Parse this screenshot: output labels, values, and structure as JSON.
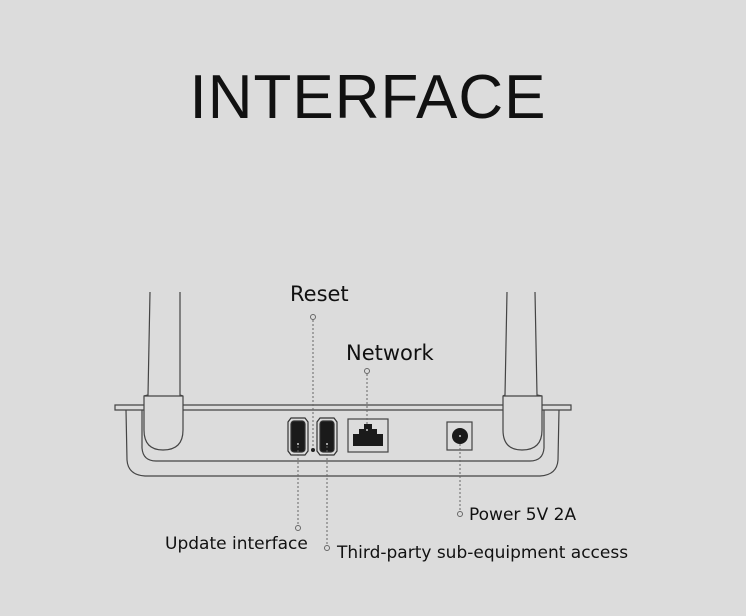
{
  "title": "INTERFACE",
  "labels": {
    "reset": "Reset",
    "network": "Network",
    "power": "Power 5V 2A",
    "update": "Update interface",
    "third_party": "Third-party sub-equipment access"
  },
  "colors": {
    "background": "#dcdcdc",
    "line": "#333333"
  }
}
